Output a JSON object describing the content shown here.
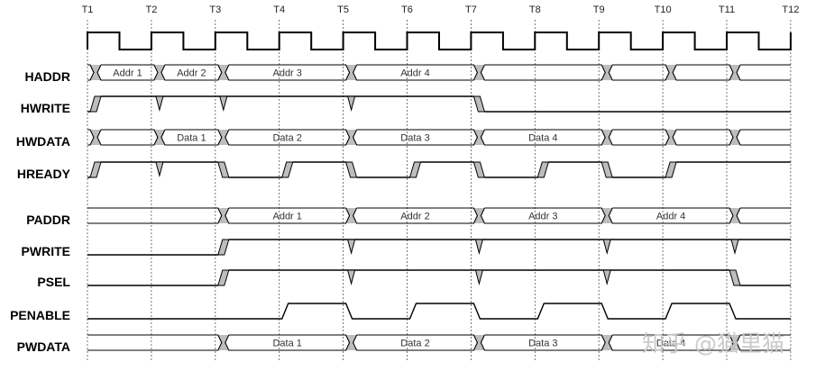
{
  "diagram": {
    "clock_labels": [
      "T1",
      "T2",
      "T3",
      "T4",
      "T5",
      "T6",
      "T7",
      "T8",
      "T9",
      "T10",
      "T11",
      "T12"
    ],
    "signals": [
      {
        "name": "HADDR",
        "change_at_T": [
          1,
          2,
          3,
          5,
          7,
          9,
          10,
          11
        ],
        "values": [
          "",
          "Addr 1",
          "Addr 2",
          "Addr 3",
          "Addr 4",
          "",
          "",
          "",
          ""
        ]
      },
      {
        "name": "HWRITE",
        "initial_level": 0,
        "change_at_T": [
          1,
          7
        ],
        "hold_marks_at_T": [
          2,
          3,
          5
        ],
        "uncertain_edges": true
      },
      {
        "name": "HWDATA",
        "change_at_T": [
          1,
          2,
          3,
          5,
          7,
          9,
          10,
          11
        ],
        "values": [
          "",
          "",
          "Data 1",
          "Data 2",
          "Data 3",
          "Data 4",
          "",
          "",
          ""
        ]
      },
      {
        "name": "HREADY",
        "initial_level": 0,
        "change_at_T": [
          1,
          3,
          4,
          5,
          6,
          7,
          8,
          9,
          10
        ],
        "hold_marks_at_T": [
          2
        ],
        "uncertain_edges": true
      },
      {
        "name": "PADDR",
        "change_at_T": [
          3,
          5,
          7,
          9,
          11
        ],
        "values": [
          "",
          "Addr 1",
          "Addr 2",
          "Addr 3",
          "Addr 4",
          ""
        ]
      },
      {
        "name": "PWRITE",
        "initial_level": 0,
        "change_at_T": [
          3
        ],
        "hold_marks_at_T": [
          5,
          7,
          9,
          11
        ],
        "uncertain_edges": true
      },
      {
        "name": "PSEL",
        "initial_level": 0,
        "change_at_T": [
          3,
          11
        ],
        "hold_marks_at_T": [
          5,
          7,
          9
        ],
        "uncertain_edges": true
      },
      {
        "name": "PENABLE",
        "initial_level": 0,
        "change_at_T": [
          4,
          5,
          6,
          7,
          8,
          9,
          10,
          11
        ],
        "hold_marks_at_T": [],
        "uncertain_edges": false
      },
      {
        "name": "PWDATA",
        "change_at_T": [
          3,
          5,
          7,
          9,
          11
        ],
        "values": [
          "",
          "Data 1",
          "Data 2",
          "Data 3",
          "Data 4",
          ""
        ]
      }
    ]
  },
  "colors": {
    "line": "#000000",
    "transition_fill": "#bdbdbd",
    "grid": "#555555",
    "watermark": "#c8c8c8"
  },
  "watermark": "知乎 @猫里猫"
}
